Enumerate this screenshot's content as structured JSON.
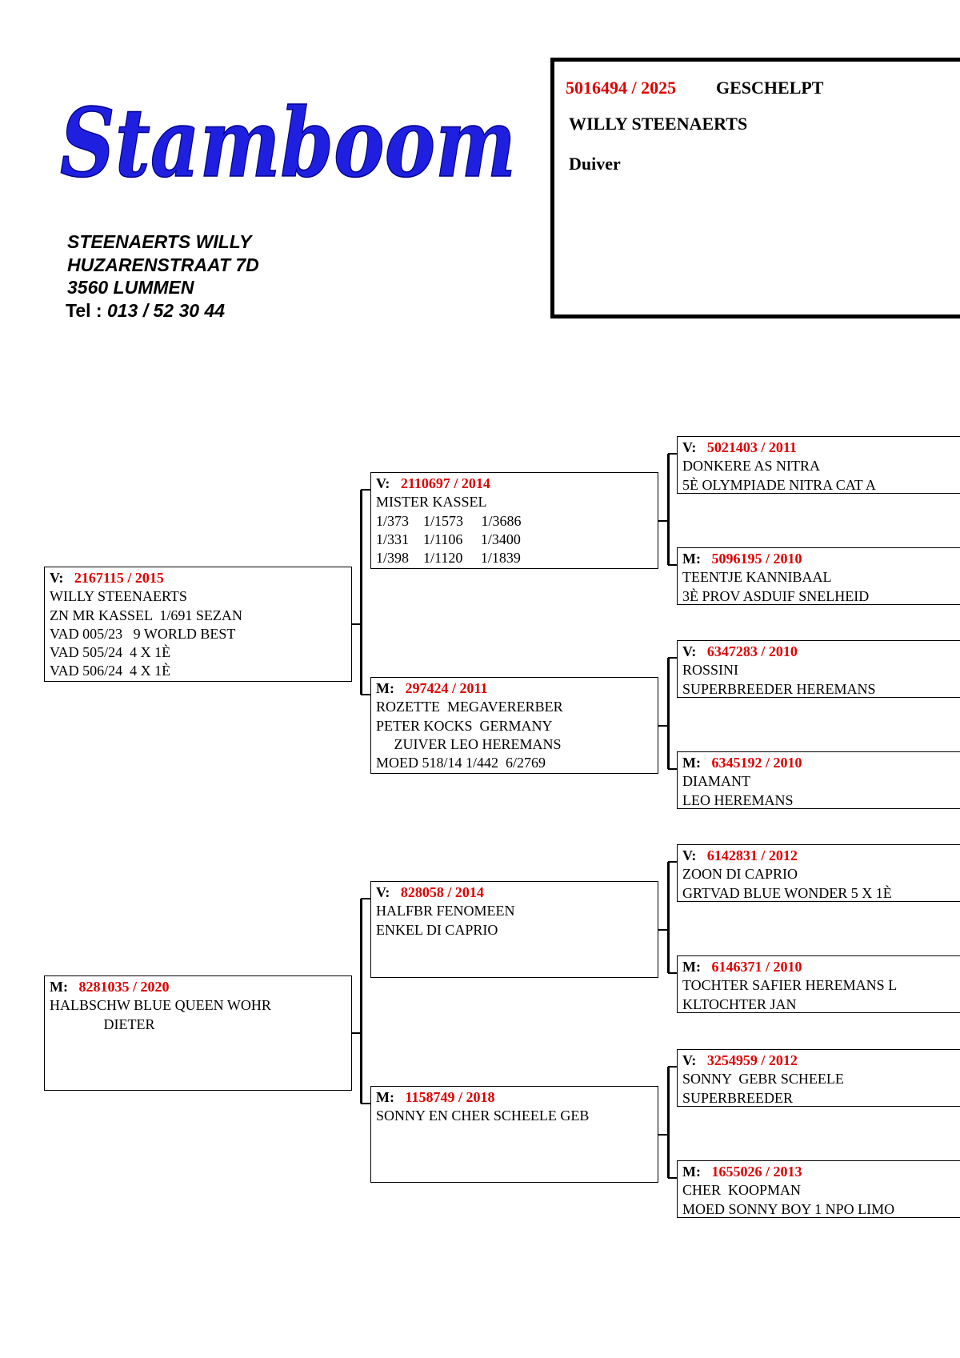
{
  "logo": {
    "text": "Stamboom",
    "color": "#1f1fe0"
  },
  "owner": {
    "name": "STEENAERTS WILLY",
    "street": "HUZARENSTRAAT 7D",
    "city": "3560 LUMMEN",
    "tel_label": "Tel :",
    "tel": "013 / 52 30 44"
  },
  "bird": {
    "ring": "5016494 / 2025",
    "sex": "GESCHELPT",
    "name": "WILLY STEENAERTS",
    "kind": "Duiver"
  },
  "colors": {
    "ring": "#e00000"
  },
  "pedigree": {
    "sire": {
      "label": "V:",
      "ring": "2167115 / 2015",
      "lines": [
        "WILLY STEENAERTS",
        "ZN MR KASSEL  1/691 SEZAN",
        "VAD 005/23   9 WORLD BEST",
        "VAD 505/24  4 X 1È",
        "VAD 506/24  4 X 1È"
      ]
    },
    "dam": {
      "label": "M:",
      "ring": "8281035 / 2020",
      "lines": [
        "HALBSCHW BLUE QUEEN WOHR",
        "               DIETER"
      ]
    },
    "ss": {
      "label": "V:",
      "ring": "2110697 / 2014",
      "lines": [
        "MISTER KASSEL",
        "1/373    1/1573     1/3686",
        "1/331    1/1106     1/3400",
        "1/398    1/1120     1/1839"
      ]
    },
    "sd": {
      "label": "M:",
      "ring": "297424 / 2011",
      "lines": [
        "ROZETTE  MEGAVERERBER",
        "PETER KOCKS  GERMANY",
        "     ZUIVER LEO HEREMANS",
        "MOED 518/14 1/442  6/2769"
      ]
    },
    "ds": {
      "label": "V:",
      "ring": "828058 / 2014",
      "lines": [
        "HALFBR FENOMEEN",
        "ENKEL DI CAPRIO"
      ]
    },
    "dd": {
      "label": "M:",
      "ring": "1158749 / 2018",
      "lines": [
        "SONNY EN CHER SCHEELE GEB"
      ]
    },
    "sss": {
      "label": "V:",
      "ring": "5021403 / 2011",
      "lines": [
        "DONKERE AS NITRA",
        "5È OLYMPIADE NITRA CAT A"
      ]
    },
    "ssd": {
      "label": "M:",
      "ring": "5096195 / 2010",
      "lines": [
        "TEENTJE KANNIBAAL",
        "3È PROV ASDUIF SNELHEID"
      ]
    },
    "sds": {
      "label": "V:",
      "ring": "6347283 / 2010",
      "lines": [
        "ROSSINI",
        "SUPERBREEDER HEREMANS"
      ]
    },
    "sdd": {
      "label": "M:",
      "ring": "6345192 / 2010",
      "lines": [
        "DIAMANT",
        "LEO HEREMANS"
      ]
    },
    "dss": {
      "label": "V:",
      "ring": "6142831 / 2012",
      "lines": [
        "ZOON DI CAPRIO",
        "GRTVAD BLUE WONDER 5 X 1È"
      ]
    },
    "dsd": {
      "label": "M:",
      "ring": "6146371 / 2010",
      "lines": [
        "TOCHTER SAFIER HEREMANS L",
        "KLTOCHTER JAN"
      ]
    },
    "dds": {
      "label": "V:",
      "ring": "3254959 / 2012",
      "lines": [
        "SONNY  GEBR SCHEELE",
        "SUPERBREEDER"
      ]
    },
    "ddd": {
      "label": "M:",
      "ring": "1655026 / 2013",
      "lines": [
        "CHER  KOOPMAN",
        "MOED SONNY BOY 1 NPO LIMO"
      ]
    }
  }
}
